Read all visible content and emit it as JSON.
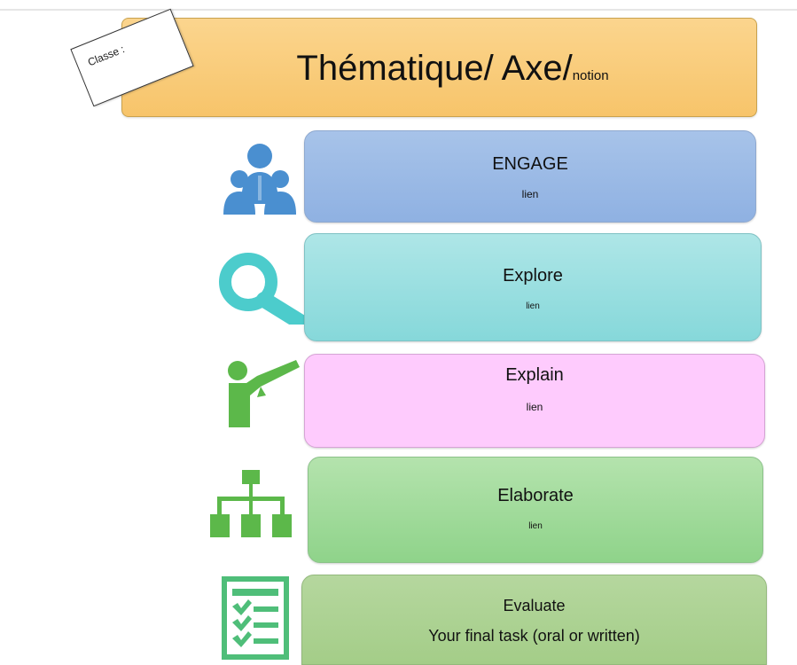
{
  "header": {
    "classe_label": "Classe :",
    "title_main": "Thématique/ Axe/",
    "title_small": "notion"
  },
  "steps": [
    {
      "name": "ENGAGE",
      "link": "lien",
      "icon": "people-group-icon",
      "color": "#98b8e5"
    },
    {
      "name": "Explore",
      "link": "lien",
      "icon": "magnifier-icon",
      "color": "#98dfe0"
    },
    {
      "name": "Explain",
      "link": "lien",
      "icon": "teacher-pointing-icon",
      "color": "#fecbfd"
    },
    {
      "name": "Elaborate",
      "link": "lien",
      "icon": "org-chart-icon",
      "color": "#a2db9c"
    },
    {
      "name": "Evaluate",
      "link": "Your final task (oral or written)",
      "icon": "checklist-icon",
      "color": "#add293"
    }
  ],
  "colors": {
    "title_bg": "#f9cd7b",
    "icon_blue": "#4a8fd0",
    "icon_teal": "#4ccccc",
    "icon_green": "#5cb84a"
  }
}
